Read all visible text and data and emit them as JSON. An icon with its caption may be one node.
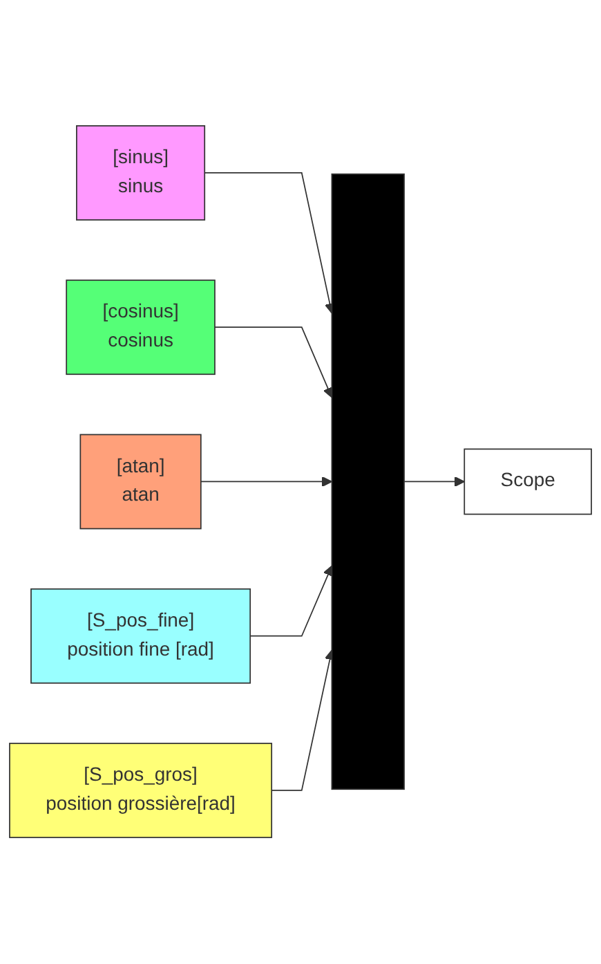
{
  "diagram": {
    "nodes": [
      {
        "text": [
          "[sinus]",
          "sinus"
        ]
      },
      {
        "text": [
          "[cosinus]",
          "cosinus"
        ]
      },
      {
        "text": [
          "[atan]",
          "atan"
        ]
      },
      {
        "text": [
          "[S_pos_fine]",
          "position fine [rad]"
        ]
      },
      {
        "text": [
          "[S_pos_gros]",
          "position grossière[rad]"
        ]
      },
      {
        "text": [],
        "shape": "bar"
      },
      {
        "text": [
          "Scope"
        ]
      }
    ],
    "edges": [
      {
        "from": 0,
        "to": 5,
        "arrow": "to"
      },
      {
        "from": 1,
        "to": 5,
        "arrow": "to"
      },
      {
        "from": 2,
        "to": 5,
        "arrow": "to"
      },
      {
        "from": 3,
        "to": 5,
        "arrow": "to"
      },
      {
        "from": 4,
        "to": 5,
        "arrow": "to"
      },
      {
        "from": 5,
        "to": 6,
        "arrow": "to"
      }
    ]
  }
}
